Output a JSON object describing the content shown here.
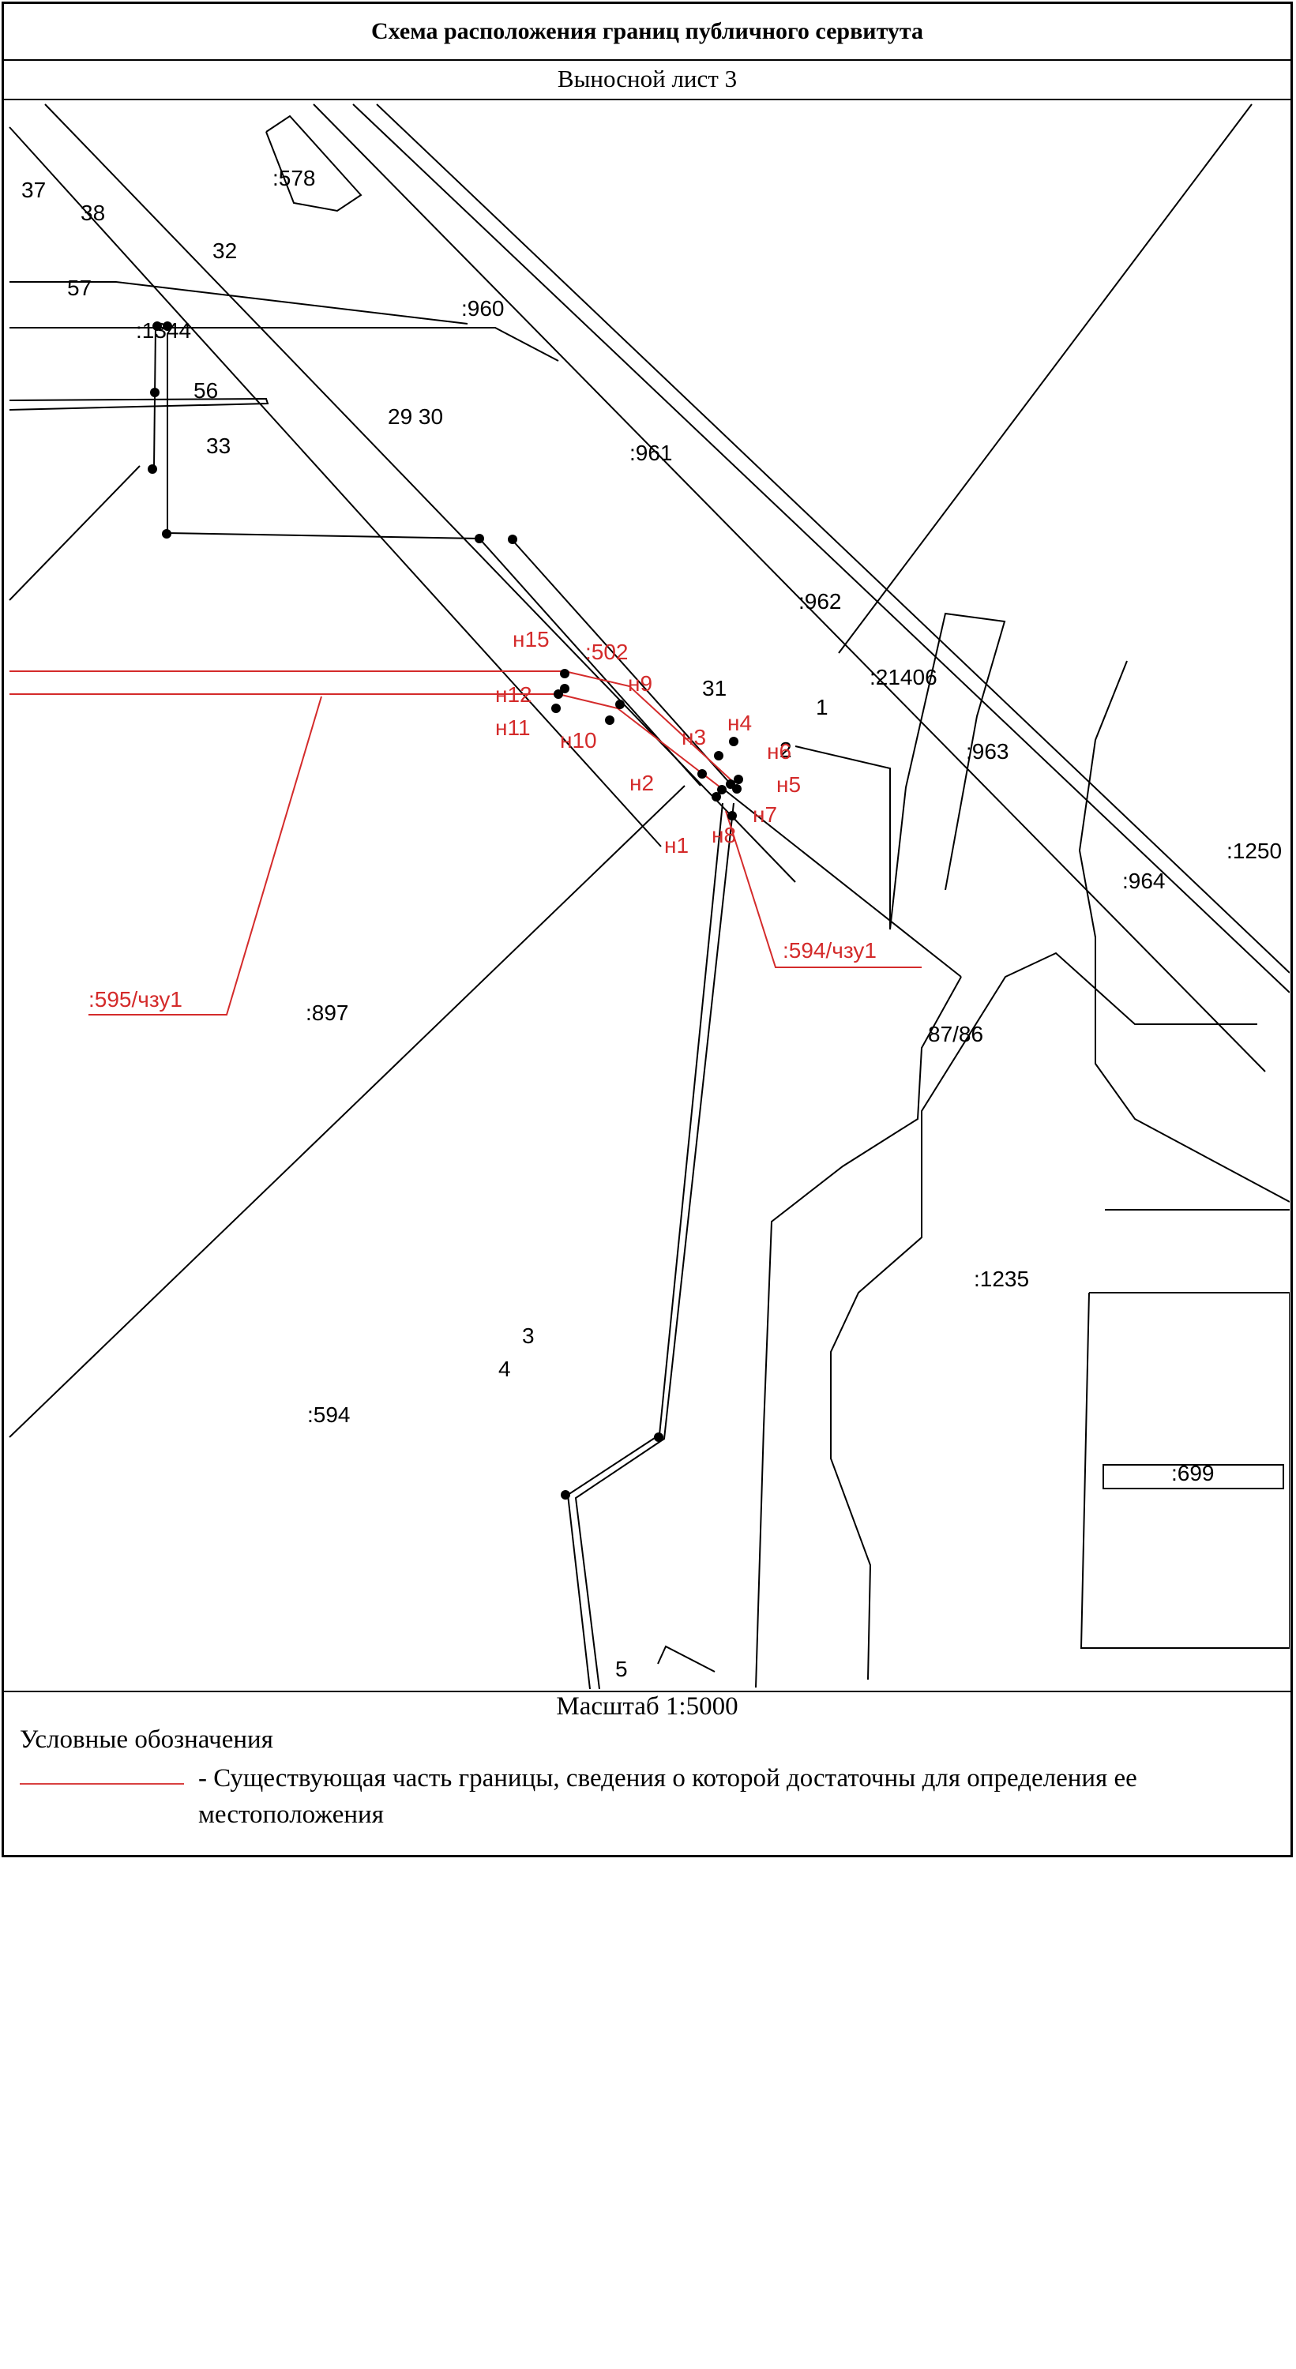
{
  "header": {
    "title": "Схема расположения границ публичного сервитута",
    "subtitle": "Выносной лист 3"
  },
  "footer": {
    "scale": "Масштаб 1:5000",
    "legend_title": "Условные обозначения",
    "legend_item_text": "- Существующая часть границы, сведения о которой достаточны для определения ее местоположения"
  },
  "colors": {
    "boundary": "#000000",
    "servitude": "#d42b2b"
  },
  "map_labels": {
    "black": [
      {
        "text": "37"
      },
      {
        "text": "38"
      },
      {
        "text": "32"
      },
      {
        "text": "57"
      },
      {
        "text": ":1344"
      },
      {
        "text": "56"
      },
      {
        "text": "33"
      },
      {
        "text": ":578"
      },
      {
        "text": ":960"
      },
      {
        "text": "29 30"
      },
      {
        "text": ":961"
      },
      {
        "text": ":962"
      },
      {
        "text": ":21406"
      },
      {
        "text": "1"
      },
      {
        "text": "31"
      },
      {
        "text": "2"
      },
      {
        "text": ":963"
      },
      {
        "text": ":964"
      },
      {
        "text": ":1250"
      },
      {
        "text": "87/86"
      },
      {
        "text": ":897"
      },
      {
        "text": ":1235"
      },
      {
        "text": "3"
      },
      {
        "text": "4"
      },
      {
        "text": ":594"
      },
      {
        "text": ":699"
      },
      {
        "text": "5"
      }
    ],
    "red": [
      {
        "text": "н15"
      },
      {
        "text": ":502"
      },
      {
        "text": "н9"
      },
      {
        "text": "н12"
      },
      {
        "text": "н11"
      },
      {
        "text": "н10"
      },
      {
        "text": "н3"
      },
      {
        "text": "н4"
      },
      {
        "text": "н6"
      },
      {
        "text": "н5"
      },
      {
        "text": "н2"
      },
      {
        "text": "н7"
      },
      {
        "text": "н8"
      },
      {
        "text": "н1"
      },
      {
        "text": ":594/чзу1"
      },
      {
        "text": ":595/чзу1"
      }
    ]
  }
}
